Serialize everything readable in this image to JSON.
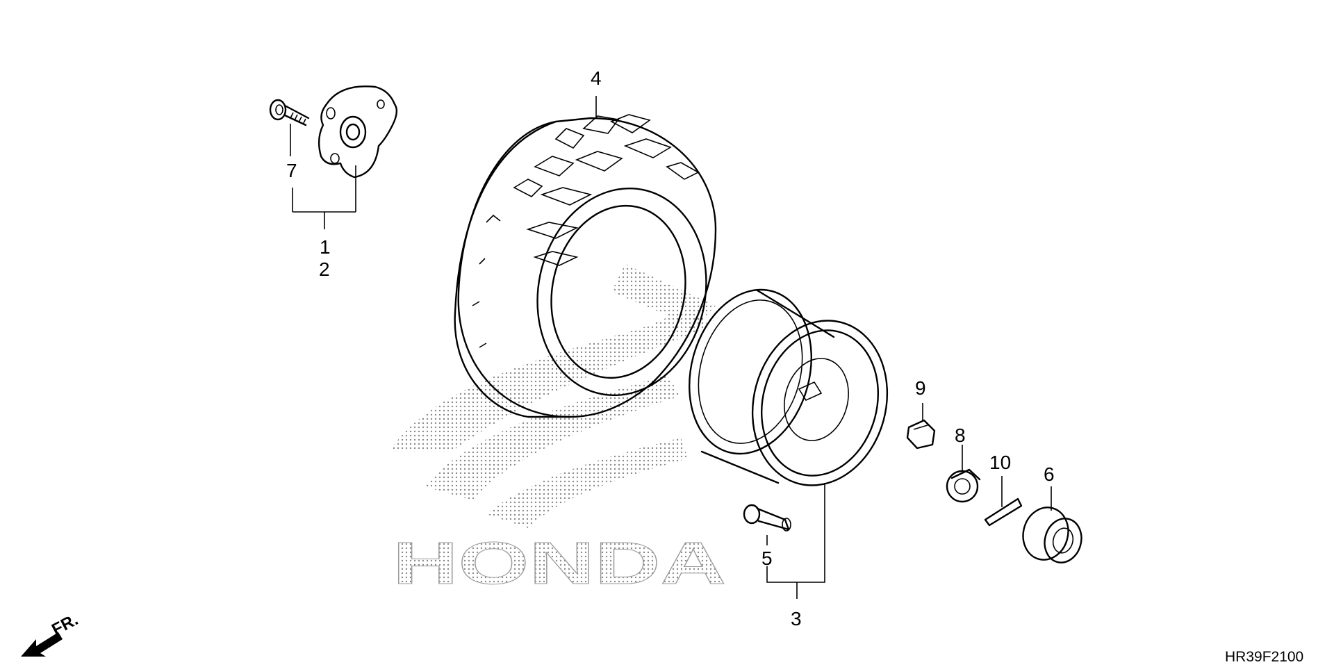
{
  "diagram": {
    "callouts": [
      {
        "id": "callout-1",
        "text": "1"
      },
      {
        "id": "callout-2",
        "text": "2"
      },
      {
        "id": "callout-3",
        "text": "3"
      },
      {
        "id": "callout-4",
        "text": "4"
      },
      {
        "id": "callout-5",
        "text": "5"
      },
      {
        "id": "callout-6",
        "text": "6"
      },
      {
        "id": "callout-7",
        "text": "7"
      },
      {
        "id": "callout-8",
        "text": "8"
      },
      {
        "id": "callout-9",
        "text": "9"
      },
      {
        "id": "callout-10",
        "text": "10"
      }
    ],
    "direction_label": "FR.",
    "drawing_code": "HR39F2100",
    "watermark_text": "HONDA"
  }
}
